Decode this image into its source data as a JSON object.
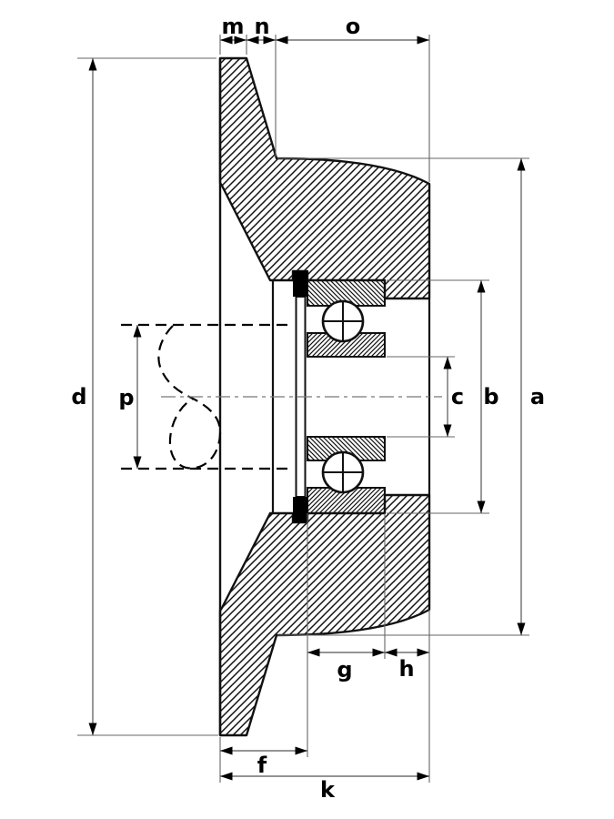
{
  "drawing": {
    "labels": {
      "m": "m",
      "n": "n",
      "o": "o",
      "d": "d",
      "p": "p",
      "a": "a",
      "b": "b",
      "c": "c",
      "g": "g",
      "h": "h",
      "f": "f",
      "k": "k"
    }
  }
}
